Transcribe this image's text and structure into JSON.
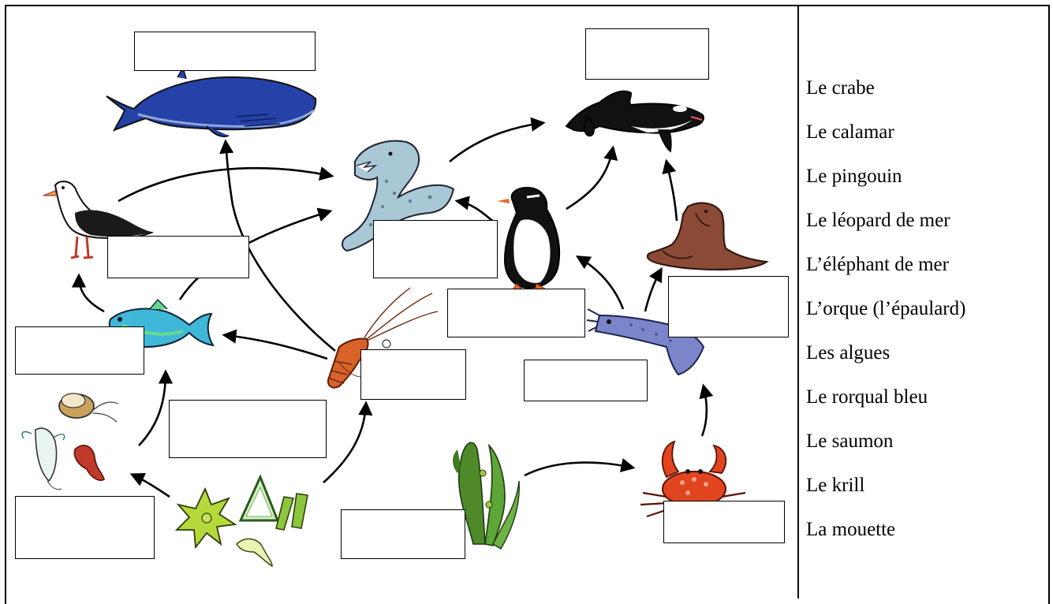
{
  "word_bank": {
    "items": [
      "Le crabe",
      "Le calamar",
      "Le pingouin",
      "Le léopard de mer",
      "L’éléphant de mer",
      "L’orque (l’épaulard)",
      "Les algues",
      "Le rorqual bleu",
      "Le saumon",
      "Le krill",
      "La mouette"
    ]
  },
  "food_web": {
    "organisms": [
      {
        "id": "blue-whale",
        "icon": "blue-whale-icon",
        "color": "#1f3f9e"
      },
      {
        "id": "orca",
        "icon": "orca-icon",
        "color": "#111111"
      },
      {
        "id": "leopard-seal",
        "icon": "leopard-seal-icon",
        "color": "#a8c8d6"
      },
      {
        "id": "seagull",
        "icon": "seagull-icon",
        "color": "#222222"
      },
      {
        "id": "penguin",
        "icon": "penguin-icon",
        "color": "#111111"
      },
      {
        "id": "elephant-seal",
        "icon": "elephant-seal-icon",
        "color": "#8a4a36"
      },
      {
        "id": "fish",
        "icon": "fish-icon",
        "color": "#3fb7d9"
      },
      {
        "id": "krill",
        "icon": "krill-icon",
        "color": "#d9622b"
      },
      {
        "id": "squid",
        "icon": "squid-icon",
        "color": "#7a86c9"
      },
      {
        "id": "zooplankton",
        "icon": "zooplankton-icon",
        "color": "#c0392b"
      },
      {
        "id": "phytoplankton",
        "icon": "phytoplankton-icon",
        "color": "#b5d93b"
      },
      {
        "id": "seaweed",
        "icon": "seaweed-icon",
        "color": "#4e8a2a"
      },
      {
        "id": "crab",
        "icon": "crab-icon",
        "color": "#e0451f"
      }
    ],
    "arrows": [
      {
        "from": "phytoplankton",
        "to": "zooplankton"
      },
      {
        "from": "phytoplankton",
        "to": "krill"
      },
      {
        "from": "zooplankton",
        "to": "fish"
      },
      {
        "from": "krill",
        "to": "fish"
      },
      {
        "from": "krill",
        "to": "blue-whale"
      },
      {
        "from": "fish",
        "to": "seagull"
      },
      {
        "from": "fish",
        "to": "leopard-seal"
      },
      {
        "from": "seagull",
        "to": "leopard-seal"
      },
      {
        "from": "penguin",
        "to": "leopard-seal"
      },
      {
        "from": "leopard-seal",
        "to": "orca"
      },
      {
        "from": "penguin",
        "to": "orca"
      },
      {
        "from": "squid",
        "to": "penguin"
      },
      {
        "from": "squid",
        "to": "elephant-seal"
      },
      {
        "from": "elephant-seal",
        "to": "orca"
      },
      {
        "from": "seaweed",
        "to": "crab"
      },
      {
        "from": "crab",
        "to": "squid"
      }
    ],
    "answer_boxes_count": 13
  }
}
